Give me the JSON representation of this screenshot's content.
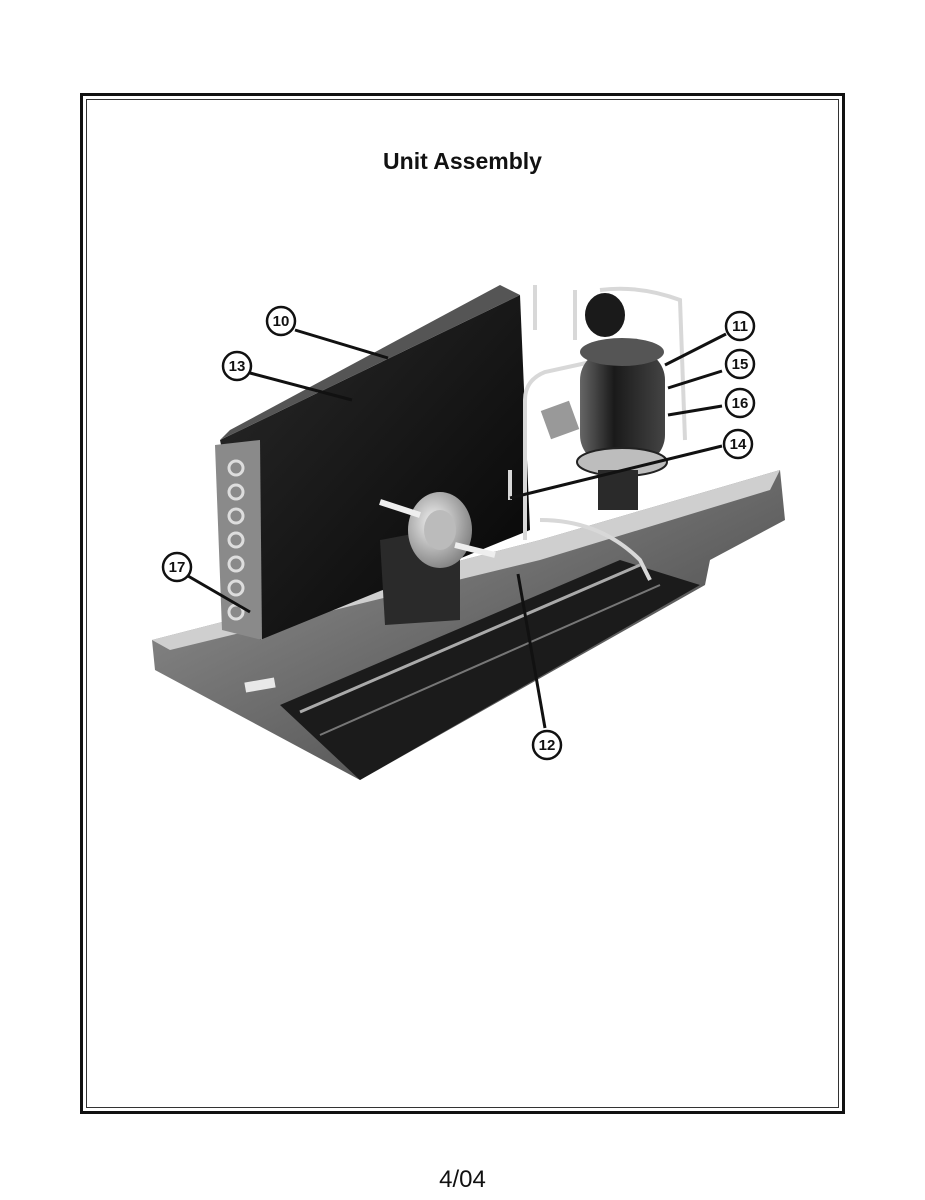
{
  "title": "Unit Assembly",
  "footer": "4/04",
  "callouts": [
    {
      "id": "c10",
      "label": "10"
    },
    {
      "id": "c11",
      "label": "11"
    },
    {
      "id": "c12",
      "label": "12"
    },
    {
      "id": "c13",
      "label": "13"
    },
    {
      "id": "c14",
      "label": "14"
    },
    {
      "id": "c15",
      "label": "15"
    },
    {
      "id": "c16",
      "label": "16"
    },
    {
      "id": "c17",
      "label": "17"
    }
  ]
}
